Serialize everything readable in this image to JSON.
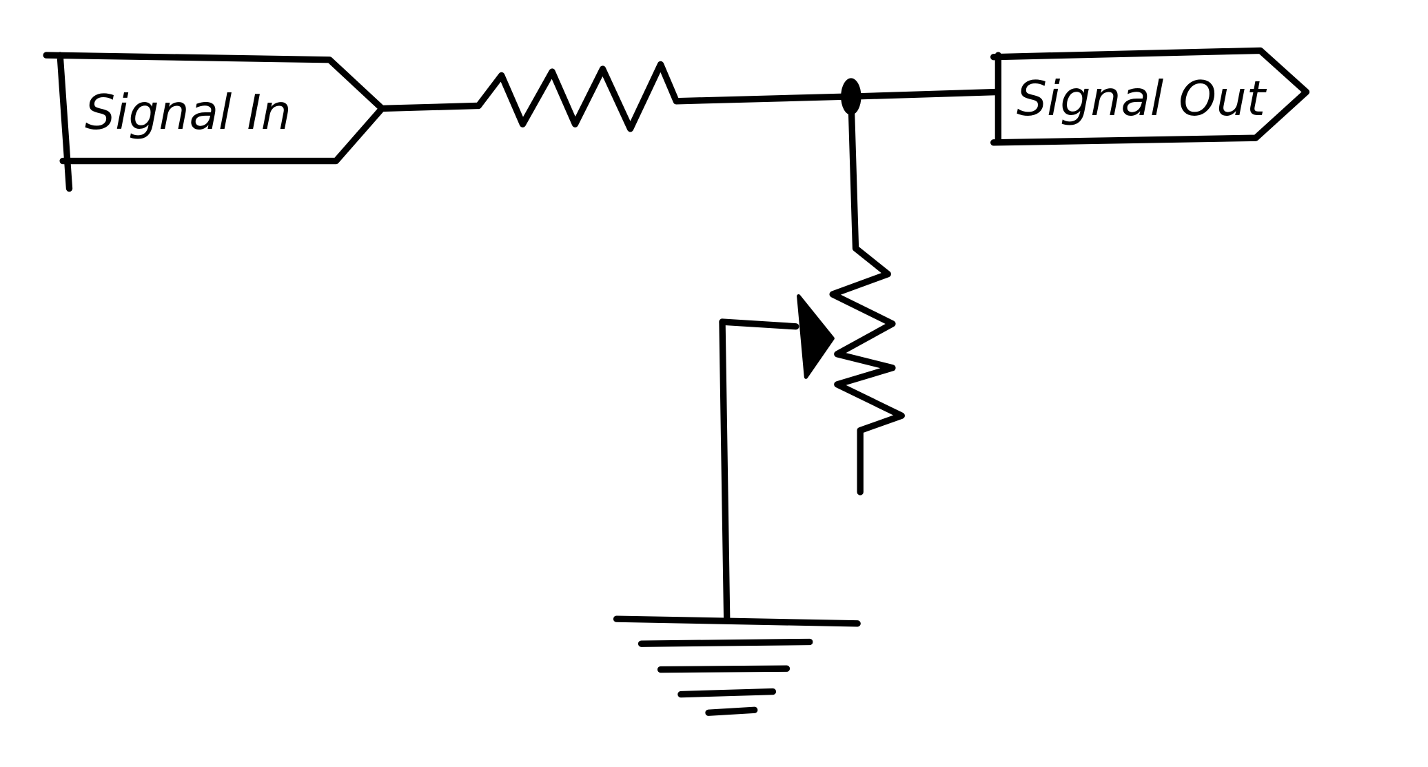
{
  "diagram": {
    "type": "circuit-schematic (hand-drawn)",
    "input_port": {
      "label": "Signal In"
    },
    "output_port": {
      "label": "Signal Out"
    },
    "components": [
      "resistor",
      "potentiometer",
      "ground"
    ],
    "colors": {
      "ink": "#000000",
      "background": "#ffffff"
    }
  }
}
